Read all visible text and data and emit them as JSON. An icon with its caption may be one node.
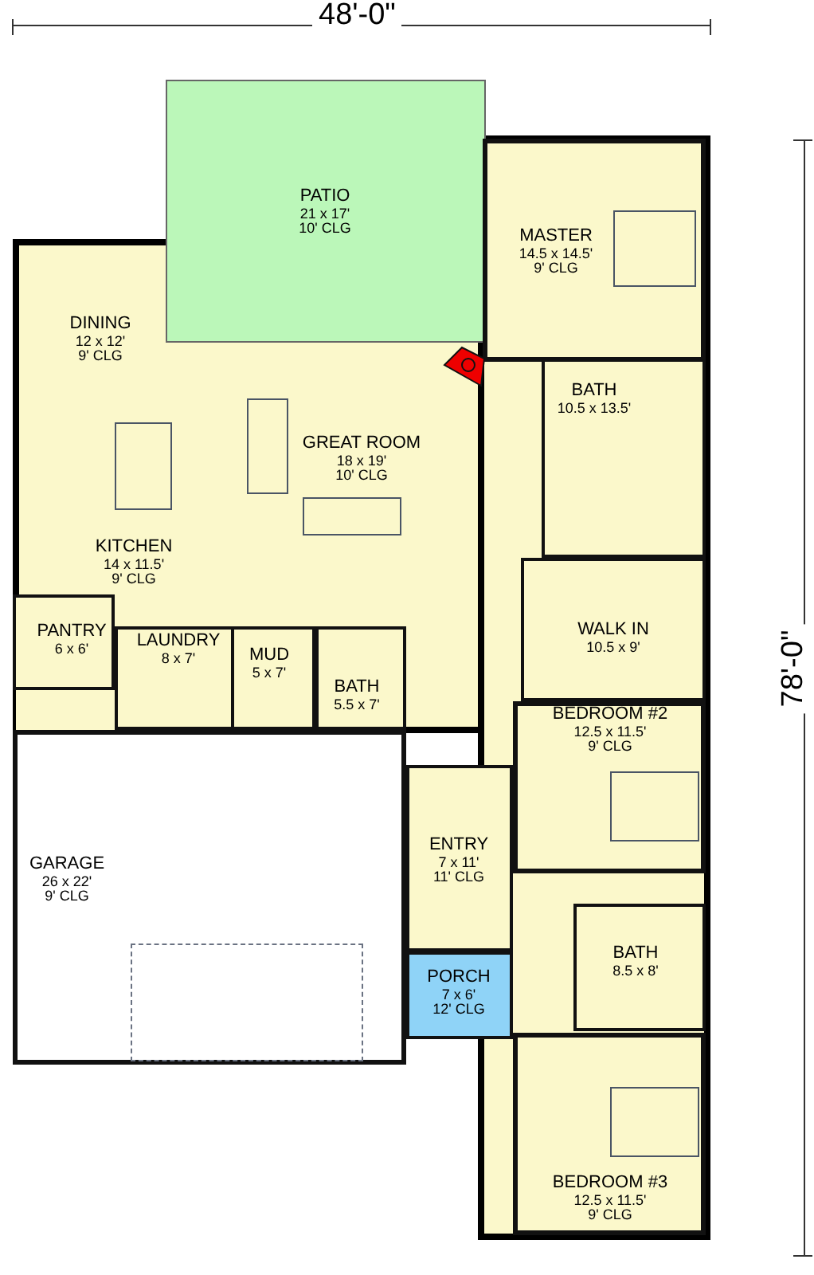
{
  "diagram": {
    "nodes": [
      {
        "text": [
          "PATIO",
          "21 x 17'",
          "10' CLG"
        ]
      },
      {
        "text": [
          "MASTER",
          "14.5 x 14.5'",
          "9' CLG"
        ]
      },
      {
        "text": [
          "DINING",
          "12 x 12'",
          "9' CLG"
        ]
      },
      {
        "text": [
          "GREAT ROOM",
          "18 x 19'",
          "10' CLG"
        ]
      },
      {
        "text": [
          "BATH",
          "10.5 x 13.5'"
        ]
      },
      {
        "text": [
          "KITCHEN",
          "14 x 11.5'",
          "9' CLG"
        ]
      },
      {
        "text": [
          "PANTRY",
          "6 x 6'"
        ]
      },
      {
        "text": [
          "LAUNDRY",
          "8 x 7'"
        ]
      },
      {
        "text": [
          "MUD",
          "5 x 7'"
        ]
      },
      {
        "text": [
          "BATH",
          "5.5 x 7'"
        ]
      },
      {
        "text": [
          "WALK IN",
          "10.5 x 9'"
        ]
      },
      {
        "text": [
          "BEDROOM #2",
          "12.5 x 11.5'",
          "9' CLG"
        ]
      },
      {
        "text": [
          "GARAGE",
          "26 x 22'",
          "9' CLG"
        ]
      },
      {
        "text": [
          "ENTRY",
          "7 x 11'",
          "11' CLG"
        ]
      },
      {
        "text": [
          "BATH",
          "8.5 x 8'"
        ]
      },
      {
        "text": [
          "PORCH",
          "7 x 6'",
          "12' CLG"
        ]
      },
      {
        "text": [
          "BEDROOM #3",
          "12.5 x 11.5'",
          "9' CLG"
        ]
      },
      {
        "text": [],
        "shape": "box",
        "in": 12
      }
    ],
    "labels": [
      "48'-0\"",
      "78'-0\""
    ]
  }
}
